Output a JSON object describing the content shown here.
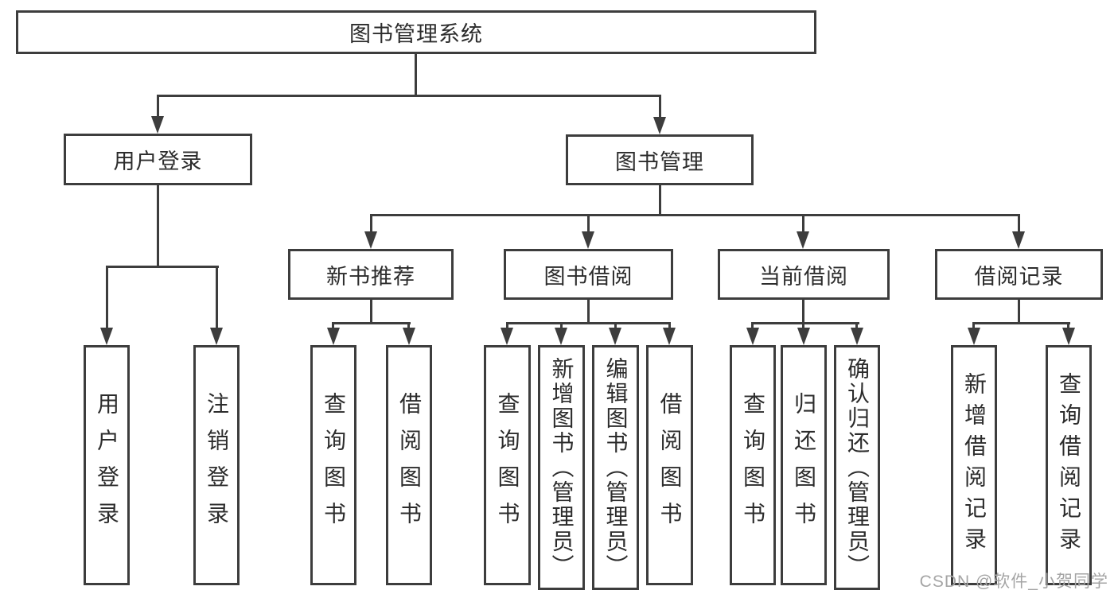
{
  "diagram": {
    "title": "图书管理系统",
    "colors": {
      "line": "#3d3d3d",
      "box_border": "#3d3d3d",
      "box_fill": "#ffffff",
      "text": "#2c2c2c",
      "watermark": "#a5a5a5"
    },
    "nodes": {
      "root": {
        "label": "图书管理系统"
      },
      "userLogin": {
        "label": "用户登录"
      },
      "bookMgmt": {
        "label": "图书管理"
      },
      "newBooks": {
        "label": "新书推荐"
      },
      "bookBorrow": {
        "label": "图书借阅"
      },
      "currentBorrow": {
        "label": "当前借阅"
      },
      "borrowRecords": {
        "label": "借阅记录"
      },
      "leafUserLogin": {
        "label": "用户登录"
      },
      "leafLogout": {
        "label": "注销登录"
      },
      "leafNbQuery": {
        "label": "查询图书"
      },
      "leafNbBorrow": {
        "label": "借阅图书"
      },
      "leafBbQuery": {
        "label": "查询图书"
      },
      "leafBbAdd": {
        "label": "新增图书（管理员）"
      },
      "leafBbEdit": {
        "label": "编辑图书（管理员）"
      },
      "leafBbBorrow": {
        "label": "借阅图书"
      },
      "leafCbQuery": {
        "label": "查询图书"
      },
      "leafCbReturn": {
        "label": "归还图书"
      },
      "leafCbConfirm": {
        "label": "确认归还（管理员）"
      },
      "leafBrAdd": {
        "label": "新增借阅记录"
      },
      "leafBrQuery": {
        "label": "查询借阅记录"
      }
    },
    "hierarchy": {
      "root": "图书管理系统",
      "children": [
        {
          "label": "用户登录",
          "children": [
            "用户登录",
            "注销登录"
          ]
        },
        {
          "label": "图书管理",
          "children": [
            {
              "label": "新书推荐",
              "children": [
                "查询图书",
                "借阅图书"
              ]
            },
            {
              "label": "图书借阅",
              "children": [
                "查询图书",
                "新增图书（管理员）",
                "编辑图书（管理员）",
                "借阅图书"
              ]
            },
            {
              "label": "当前借阅",
              "children": [
                "查询图书",
                "归还图书",
                "确认归还（管理员）"
              ]
            },
            {
              "label": "借阅记录",
              "children": [
                "新增借阅记录",
                "查询借阅记录"
              ]
            }
          ]
        }
      ]
    },
    "watermark": "CSDN @软件_小贺同学"
  }
}
